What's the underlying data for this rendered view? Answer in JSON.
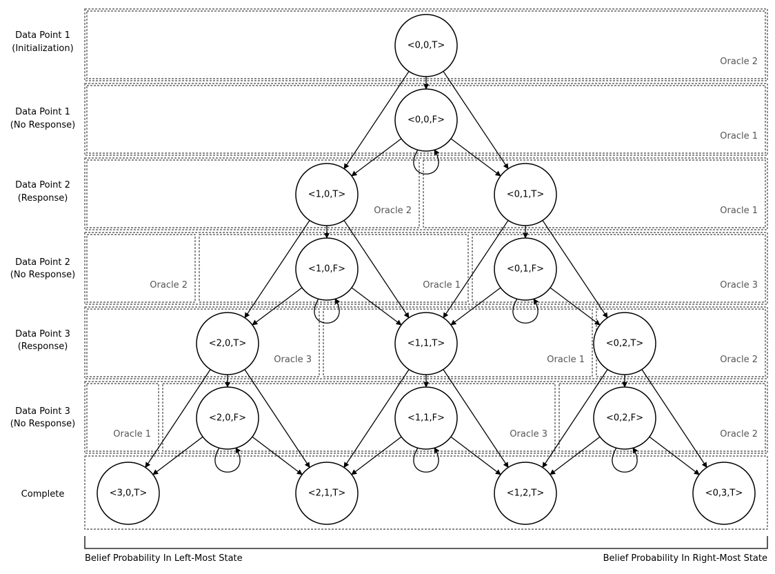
{
  "rows": [
    {
      "label": [
        "Data Point 1",
        "(Initialization)"
      ]
    },
    {
      "label": [
        "Data Point 1",
        "(No Response)"
      ]
    },
    {
      "label": [
        "Data Point 2",
        "(Response)"
      ]
    },
    {
      "label": [
        "Data Point 2",
        "(No Response)"
      ]
    },
    {
      "label": [
        "Data Point 3",
        "(Response)"
      ]
    },
    {
      "label": [
        "Data Point 3",
        "(No Response)"
      ]
    },
    {
      "label": [
        "Complete"
      ]
    }
  ],
  "nodes": [
    {
      "id": "n000T",
      "label": "<0,0,T>"
    },
    {
      "id": "n000F",
      "label": "<0,0,F>"
    },
    {
      "id": "n10T",
      "label": "<1,0,T>"
    },
    {
      "id": "n01T",
      "label": "<0,1,T>"
    },
    {
      "id": "n10F",
      "label": "<1,0,F>"
    },
    {
      "id": "n01F",
      "label": "<0,1,F>"
    },
    {
      "id": "n20T",
      "label": "<2,0,T>"
    },
    {
      "id": "n11T",
      "label": "<1,1,T>"
    },
    {
      "id": "n02T",
      "label": "<0,2,T>"
    },
    {
      "id": "n20F",
      "label": "<2,0,F>"
    },
    {
      "id": "n11F",
      "label": "<1,1,F>"
    },
    {
      "id": "n02F",
      "label": "<0,2,F>"
    },
    {
      "id": "n30T",
      "label": "<3,0,T>"
    },
    {
      "id": "n21T",
      "label": "<2,1,T>"
    },
    {
      "id": "n12T",
      "label": "<1,2,T>"
    },
    {
      "id": "n03T",
      "label": "<0,3,T>"
    }
  ],
  "edges": [
    [
      "n000T",
      "n000F"
    ],
    [
      "n000T",
      "n10T"
    ],
    [
      "n000T",
      "n01T"
    ],
    [
      "n000F",
      "n10T"
    ],
    [
      "n000F",
      "n01T"
    ],
    [
      "n10T",
      "n10F"
    ],
    [
      "n10T",
      "n20T"
    ],
    [
      "n10T",
      "n11T"
    ],
    [
      "n01T",
      "n01F"
    ],
    [
      "n01T",
      "n11T"
    ],
    [
      "n01T",
      "n02T"
    ],
    [
      "n10F",
      "n20T"
    ],
    [
      "n10F",
      "n11T"
    ],
    [
      "n01F",
      "n11T"
    ],
    [
      "n01F",
      "n02T"
    ],
    [
      "n20T",
      "n20F"
    ],
    [
      "n20T",
      "n30T"
    ],
    [
      "n20T",
      "n21T"
    ],
    [
      "n11T",
      "n11F"
    ],
    [
      "n11T",
      "n21T"
    ],
    [
      "n11T",
      "n12T"
    ],
    [
      "n02T",
      "n02F"
    ],
    [
      "n02T",
      "n12T"
    ],
    [
      "n02T",
      "n03T"
    ],
    [
      "n20F",
      "n30T"
    ],
    [
      "n20F",
      "n21T"
    ],
    [
      "n11F",
      "n21T"
    ],
    [
      "n11F",
      "n12T"
    ],
    [
      "n02F",
      "n12T"
    ],
    [
      "n02F",
      "n03T"
    ]
  ],
  "self_loops": [
    "n000F",
    "n10F",
    "n01F",
    "n20F",
    "n11F",
    "n02F"
  ],
  "regions": [
    {
      "label": "Oracle 2"
    },
    {
      "label": "Oracle 1"
    },
    {
      "label": "Oracle 2"
    },
    {
      "label": "Oracle 1"
    },
    {
      "label": "Oracle 2"
    },
    {
      "label": "Oracle 1"
    },
    {
      "label": "Oracle 3"
    },
    {
      "label": "Oracle 3"
    },
    {
      "label": "Oracle 1"
    },
    {
      "label": "Oracle 2"
    },
    {
      "label": "Oracle 1"
    },
    {
      "label": "Oracle 3"
    },
    {
      "label": "Oracle 2"
    }
  ],
  "axis": {
    "left_label": "Belief Probability In Left-Most State",
    "right_label": "Belief Probability In Right-Most State"
  }
}
